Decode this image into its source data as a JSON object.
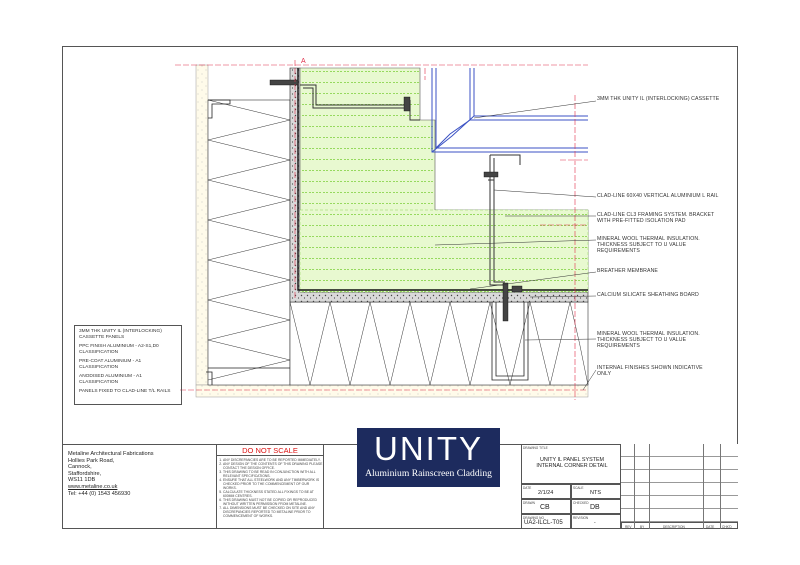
{
  "callouts": [
    {
      "id": "cassette",
      "text": "3MM THK UNITY IL (INTERLOCKING) CASSETTE"
    },
    {
      "id": "vertical_rail",
      "text": "CLAD-LINE 60x40 VERTICAL ALUMINIUM L RAIL"
    },
    {
      "id": "framing",
      "text": "CLAD-LINE CL3 FRAMING SYSTEM. BRACKET WITH PRE-FITTED ISOLATION PAD"
    },
    {
      "id": "mineral_outer",
      "text": "MINERAL WOOL THERMAL INSULATION. THICKNESS SUBJECT TO U VALUE REQUIREMENTS"
    },
    {
      "id": "breather",
      "text": "BREATHER MEMBRANE"
    },
    {
      "id": "calcium",
      "text": "CALCIUM SILICATE SHEATHING BOARD"
    },
    {
      "id": "mineral_inner",
      "text": "MINERAL WOOL THERMAL INSULATION. THICKNESS SUBJECT TO U VALUE REQUIREMENTS"
    },
    {
      "id": "finishes",
      "text": "INTERNAL FINISHES SHOWN INDICATIVE ONLY"
    }
  ],
  "section_marker": "A",
  "spec_notes": [
    "3MM THK UNITY IL (INTERLOCKING) CASSETTE PANELS",
    "PPC FINISH ALUMINIUM - A2-S1,D0 CLASSIFICATION",
    "PRE-COAT ALUMINIUM - A1 CLASSIFICATION",
    "ANODISED ALUMINIUM - A1 CLASSIFICATION",
    "PANELS FIXED TO CLAD-LINE T/L RAILS"
  ],
  "company": {
    "name": "Metaline Architectural Fabrications",
    "address_lines": [
      "Hollies Park Road,",
      "Cannock,",
      "Staffordshire,",
      "WS11 1DB"
    ],
    "website": "www.metaline.co.uk",
    "tel": "Tel: +44 (0) 1543 456930"
  },
  "do_not_scale": {
    "title": "DO NOT SCALE",
    "notes": [
      "ANY DISCREPANCIES ARE TO BE REPORTED IMMEDIATELY.",
      "ANY DESIGN OF THE CONTENTS OF THIS DRAWING PLEASE CONTACT THE DESIGN OFFICE.",
      "THIS DRAWING TO BE READ IN CONJUNCTION WITH ALL RELEVANT SPECIFICATIONS.",
      "ENSURE THAT ALL STEELWORK AND ANY TIMBERWORK IS CHECKED PRIOR TO THE COMMENCEMENT OF OUR WORKS.",
      "CALCULATE THICKNESS STATED ALL FIXINGS TO BE AT 600MM CENTRES.",
      "THIS DRAWING MUST NOT BE COPIED OR REPRODUCED WITHOUT WRITTEN PERMISSION FROM METALINE.",
      "ALL DIMENSIONS MUST BE CHECKED ON SITE AND ANY DISCREPANCIES REPORTED TO METALINE PRIOR TO COMMENCEMENT OF WORKS."
    ]
  },
  "logo": {
    "title": "UNITY",
    "subtitle": "Aluminium Rainscreen Cladding"
  },
  "title_block": {
    "drawing_title_label": "DRAWING TITLE",
    "drawing_title": [
      "UNITY IL PANEL SYSTEM",
      "INTERNAL CORNER DETAIL"
    ],
    "date_label": "DATE",
    "date": "2/1/24",
    "scale_label": "SCALE",
    "scale": "NTS",
    "drawn_label": "DRAWN",
    "drawn": "CB",
    "checked_label": "CHECKED",
    "checked": "DB",
    "drawing_no_label": "DRAWING No",
    "drawing_no": "UA2-ILCL-T05",
    "revision_label": "REVISION",
    "revision": "-",
    "rev_headers": [
      "REV",
      "BY",
      "DESCRIPTION",
      "DATE",
      "CHK'D"
    ]
  },
  "colors": {
    "insulation_fill": "#e8f9d0",
    "insulation_hatch": "#7ccf3a",
    "panel_blue": "#3b52c4",
    "dimension_red": "#e0304a",
    "logo_bg": "#1d2b5e"
  }
}
